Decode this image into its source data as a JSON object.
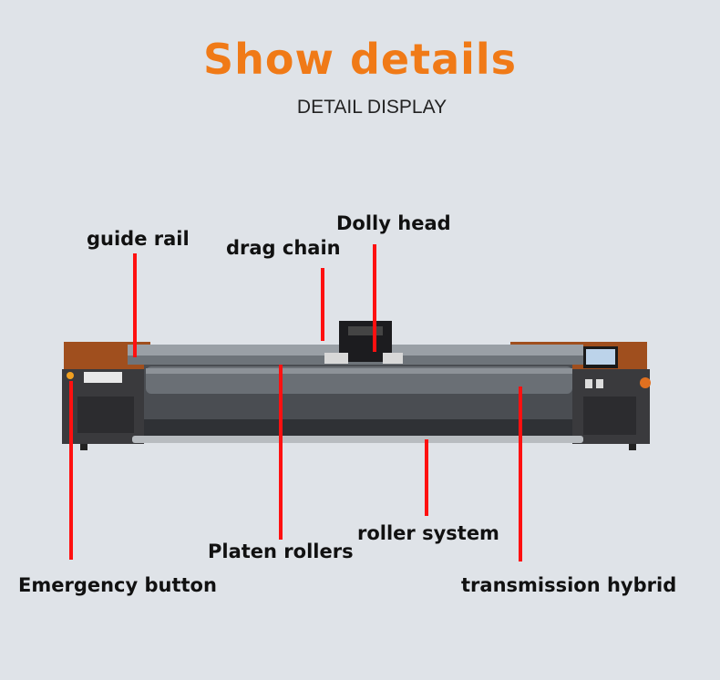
{
  "header": {
    "title": "Show details",
    "subtitle": "DETAIL DISPLAY"
  },
  "labels": {
    "guide_rail": "guide rail",
    "drag_chain": "drag chain",
    "dolly_head": "Dolly head",
    "platen_rollers": "Platen rollers",
    "roller_system": "roller system",
    "emergency_button": "Emergency button",
    "transmission_hybrid": "transmission hybrid"
  },
  "colors": {
    "title": "#f07a17",
    "pointer": "#ff1010",
    "background": "#dfe3e8"
  }
}
